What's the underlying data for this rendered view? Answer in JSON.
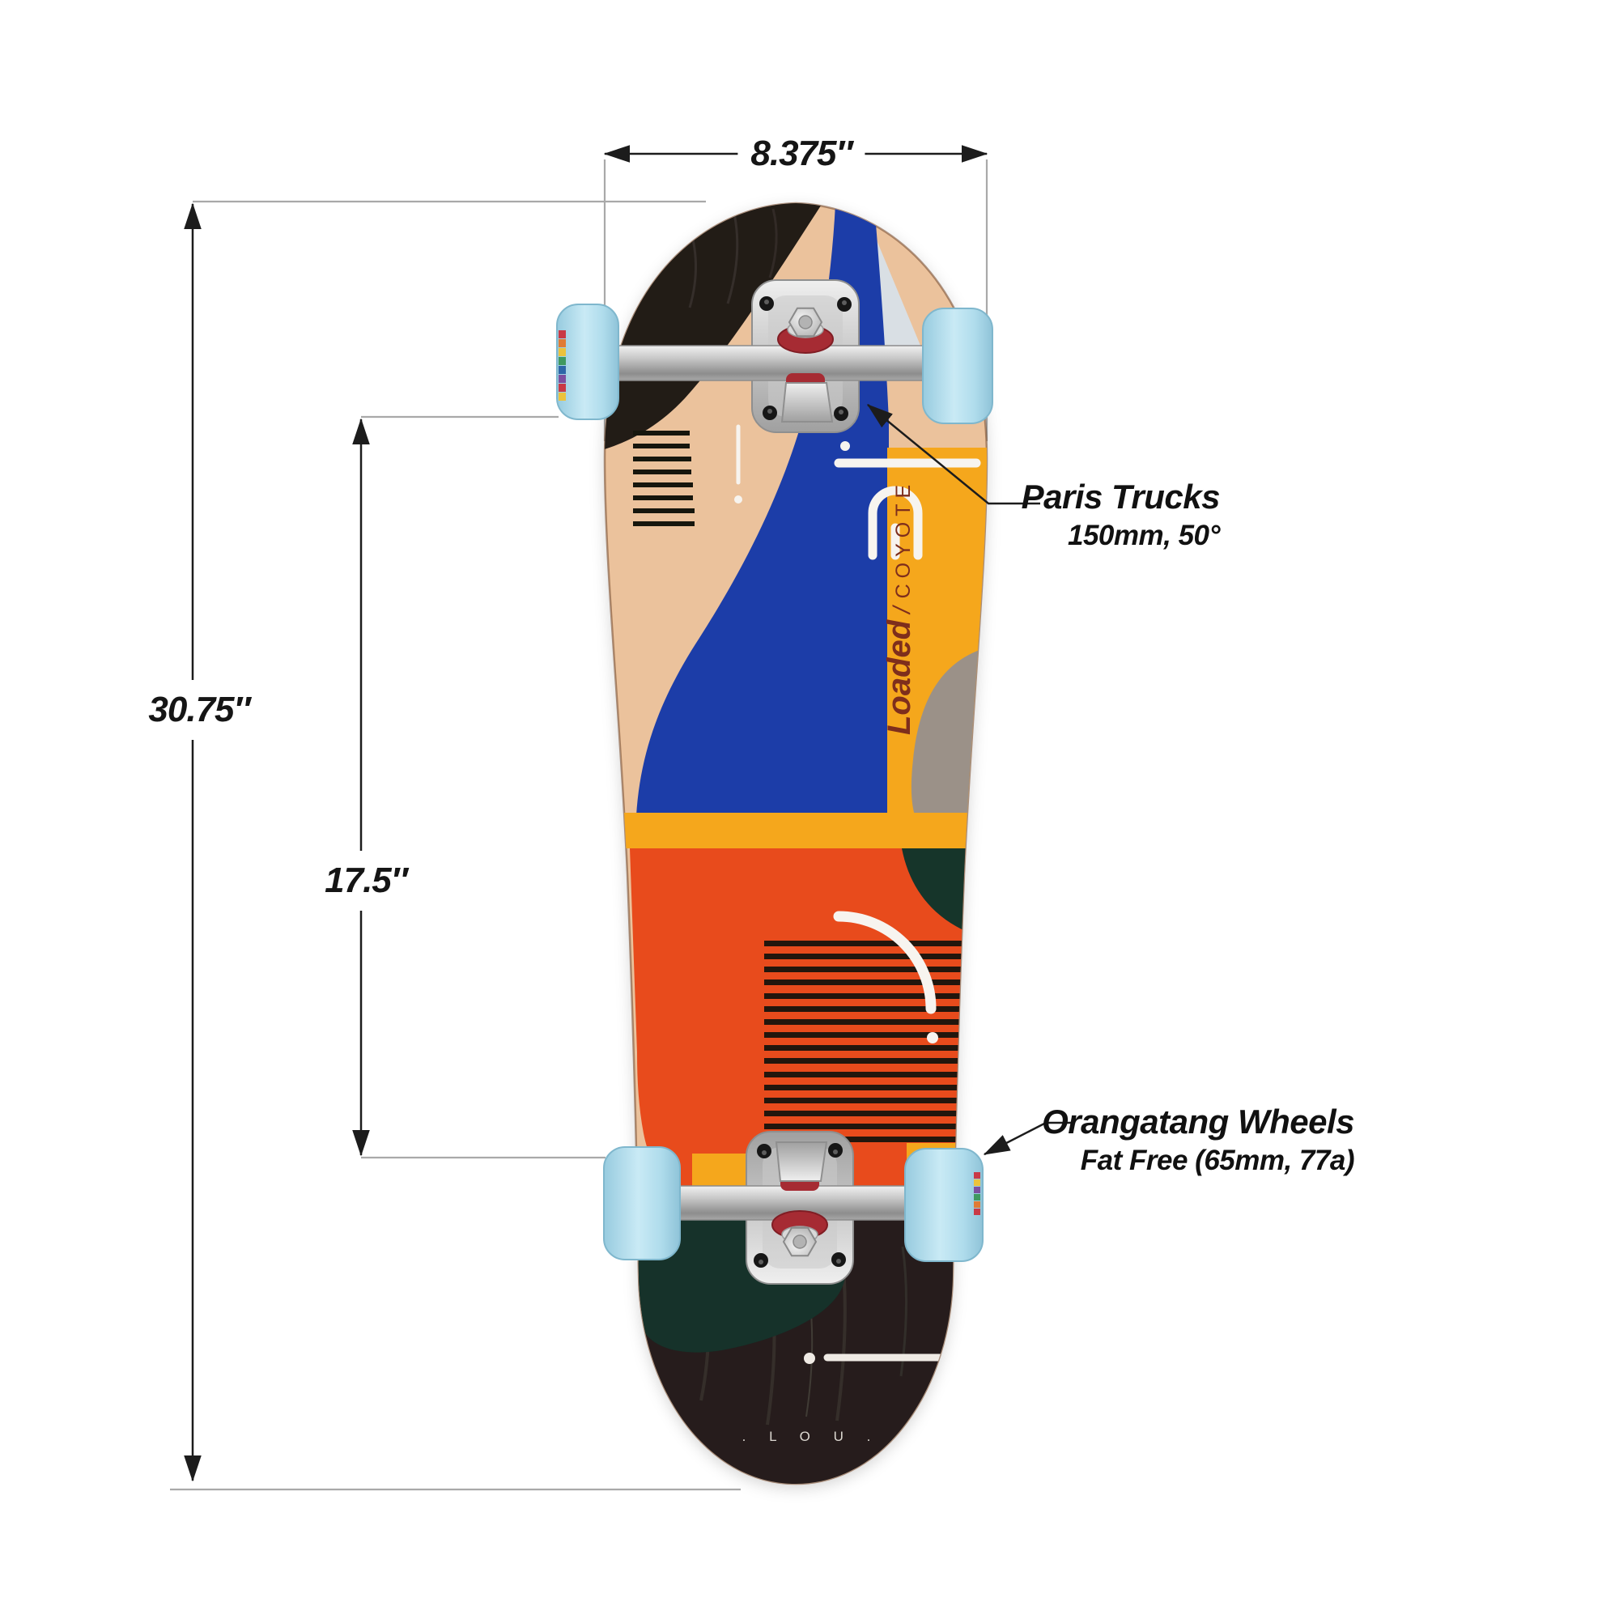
{
  "diagram": {
    "subject": "skateboard-complete-bottom-view",
    "background": "#ffffff"
  },
  "dimensions": {
    "width": "8.375″",
    "length": "30.75″",
    "wheelbase": "17.5″"
  },
  "annotations": {
    "trucks": {
      "title": "Paris Trucks",
      "subtitle": "150mm, 50°"
    },
    "wheels": {
      "title": "Orangatang Wheels",
      "subtitle": "Fat Free (65mm, 77a)"
    }
  },
  "deck": {
    "brand": "Loaded",
    "divider": "/",
    "model": "COYOTE",
    "tail_text": ". L O U ."
  },
  "colors": {
    "dimension_line": "#1c1c1c",
    "extension_line": "#a9a9a9",
    "label_text": "#151515",
    "wheel_blue": "#b5dfee",
    "deck_tan": "#ebc29c",
    "deck_blue": "#1e3da8",
    "deck_amber": "#f5a71e",
    "deck_orange": "#e84b1e",
    "deck_green": "#17342b",
    "deck_gray": "#9b9188",
    "deck_black": "#231d1a",
    "brand_text": "#7e2d1c",
    "truck_silver": "#c9c9c9",
    "bushing_red": "#a62b33"
  }
}
